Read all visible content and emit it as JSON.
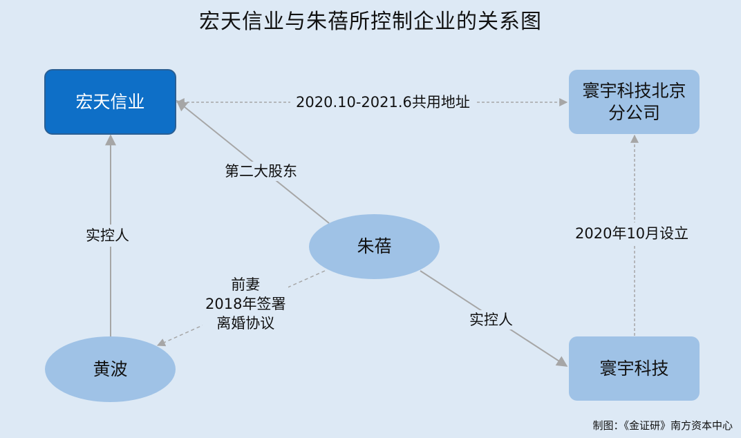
{
  "title": "宏天信业与朱蓓所控制企业的关系图",
  "nodes": {
    "hongtian": "宏天信业",
    "huanyu_beijing_line1": "寰宇科技北京",
    "huanyu_beijing_line2": "分公司",
    "zhubei": "朱蓓",
    "huangbo": "黄波",
    "huanyu": "寰宇科技"
  },
  "edges": {
    "shared_address": "2020.10-2021.6共用地址",
    "second_shareholder": "第二大股东",
    "controller_left": "实控人",
    "controller_right": "实控人",
    "established": "2020年10月设立",
    "ex_wife_line1": "前妻",
    "ex_wife_line2": "2018年签署",
    "ex_wife_line3": "离婚协议"
  },
  "credit": "制图：《金证研》南方资本中心",
  "colors": {
    "background": "#dde9f5",
    "dark_node": "#0e6fc7",
    "light_node": "#9fc2e6",
    "arrow": "#a6a6a6"
  }
}
